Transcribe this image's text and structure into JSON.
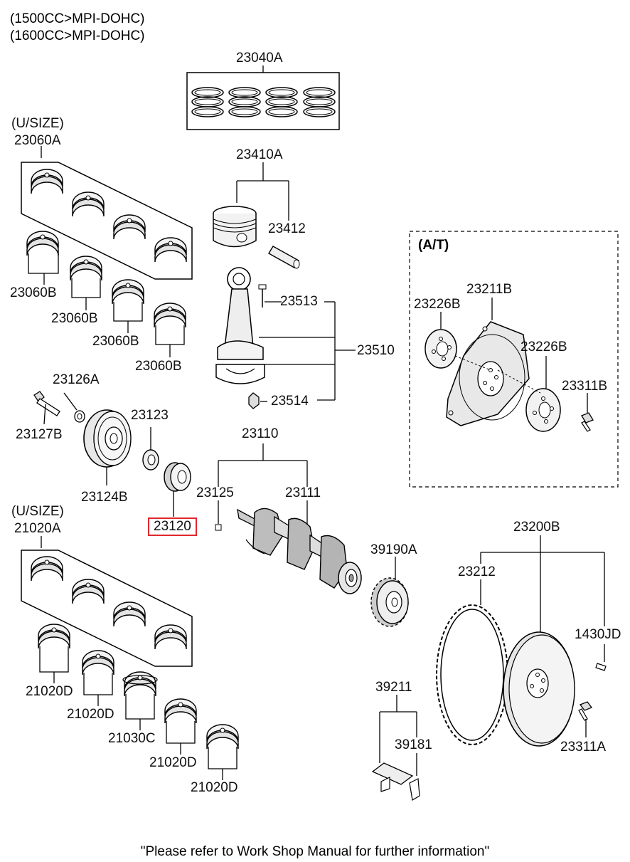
{
  "header": {
    "line1": "(1500CC>MPI-DOHC)",
    "line2": "(1600CC>MPI-DOHC)"
  },
  "at_section": {
    "label": "(A/T)"
  },
  "parts": {
    "p23040A": "23040A",
    "p23060A_usize": "(U/SIZE)",
    "p23060A": "23060A",
    "p23410A": "23410A",
    "p23412": "23412",
    "p23060B_1": "23060B",
    "p23060B_2": "23060B",
    "p23060B_3": "23060B",
    "p23060B_4": "23060B",
    "p23513": "23513",
    "p23510": "23510",
    "p23514": "23514",
    "p23126A": "23126A",
    "p23127B": "23127B",
    "p23123": "23123",
    "p23124B": "23124B",
    "p23120": "23120",
    "p23110": "23110",
    "p23125": "23125",
    "p23111": "23111",
    "p21020A_usize": "(U/SIZE)",
    "p21020A": "21020A",
    "p21020D_1": "21020D",
    "p21020D_2": "21020D",
    "p21030C": "21030C",
    "p21020D_3": "21020D",
    "p21020D_4": "21020D",
    "p39190A": "39190A",
    "p23200B": "23200B",
    "p23212": "23212",
    "p1430JD": "1430JD",
    "p39211": "39211",
    "p39181": "39181",
    "p23311A": "23311A",
    "p23211B": "23211B",
    "p23226B_1": "23226B",
    "p23226B_2": "23226B",
    "p23311B": "23311B"
  },
  "highlighted_part": "23120",
  "highlight_color": "#e0282d",
  "footer": "\"Please refer to Work Shop Manual for further information\""
}
